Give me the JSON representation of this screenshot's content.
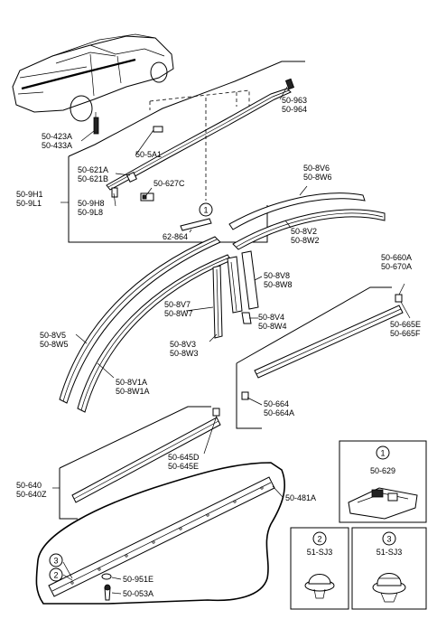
{
  "labels": {
    "p_963": "50-963",
    "p_964": "50-964",
    "p_423A": "50-423A",
    "p_433A": "50-433A",
    "p_5A1": "50-5A1",
    "p_621A": "50-621A",
    "p_621B": "50-621B",
    "p_9H1": "50-9H1",
    "p_9L1": "50-9L1",
    "p_627C": "50-627C",
    "p_9H8": "50-9H8",
    "p_9L8": "50-9L8",
    "p_8V6": "50-8V6",
    "p_8W6": "50-8W6",
    "p_62864": "62-864",
    "p_8V2": "50-8V2",
    "p_8W2": "50-8W2",
    "p_660A": "50-660A",
    "p_670A": "50-670A",
    "p_8V8": "50-8V8",
    "p_8W8": "50-8W8",
    "p_8V7": "50-8V7",
    "p_8W7": "50-8W7",
    "p_8V4": "50-8V4",
    "p_8W4": "50-8W4",
    "p_665E": "50-665E",
    "p_665F": "50-665F",
    "p_8V5": "50-8V5",
    "p_8W5": "50-8W5",
    "p_8V3": "50-8V3",
    "p_8W3": "50-8W3",
    "p_8V1A": "50-8V1A",
    "p_8W1A": "50-8W1A",
    "p_664": "50-664",
    "p_664A": "50-664A",
    "p_645D": "50-645D",
    "p_645E": "50-645E",
    "p_640": "50-640",
    "p_640Z": "50-640Z",
    "p_629": "50-629",
    "p_481A": "50-481A",
    "p_951E": "50-951E",
    "p_053A": "50-053A",
    "p_SJ3a": "51-SJ3",
    "p_SJ3b": "51-SJ3"
  },
  "callouts": {
    "one": "1",
    "two": "2",
    "three": "3"
  }
}
